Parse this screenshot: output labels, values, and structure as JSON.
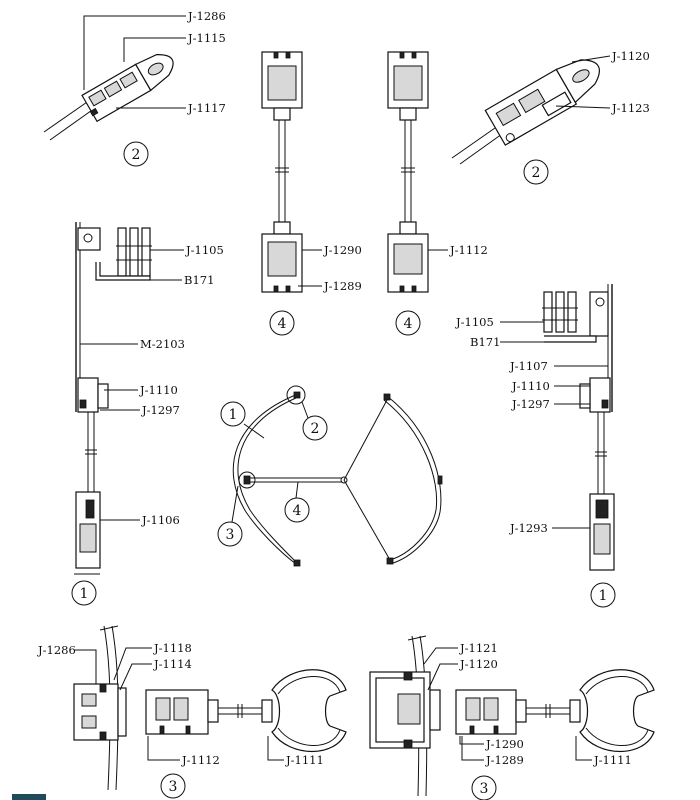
{
  "labels": {
    "tl_top": "J-1286",
    "tl_mid": "J-1115",
    "tl_bot": "J-1117",
    "tr_top": "J-1120",
    "tr_bot": "J-1123",
    "ml_1": "J-1105",
    "ml_2": "B171",
    "ml_3": "M-2103",
    "ml_4": "J-1110",
    "ml_5": "J-1297",
    "ml_6": "J-1106",
    "mc_1": "J-1290",
    "mc_2": "J-1289",
    "mc2_1": "J-1112",
    "mr_1": "J-1105",
    "mr_2": "B171",
    "mr_3": "J-1107",
    "mr_4": "J-1110",
    "mr_5": "J-1297",
    "mr_6": "J-1293",
    "bl_1": "J-1286",
    "bl_2": "J-1118",
    "bl_3": "J-1114",
    "bl_4": "J-1112",
    "bl_5": "J-1111",
    "br_1": "J-1121",
    "br_2": "J-1120",
    "br_3": "J-1290",
    "br_4": "J-1289",
    "br_5": "J-1111"
  },
  "callouts": {
    "tl": "2",
    "tr": "2",
    "mc": "4",
    "mc2": "4",
    "ml": "1",
    "mr": "1",
    "plan_1": "1",
    "plan_2": "2",
    "plan_3": "3",
    "plan_4": "4",
    "bl": "3",
    "br": "3"
  }
}
